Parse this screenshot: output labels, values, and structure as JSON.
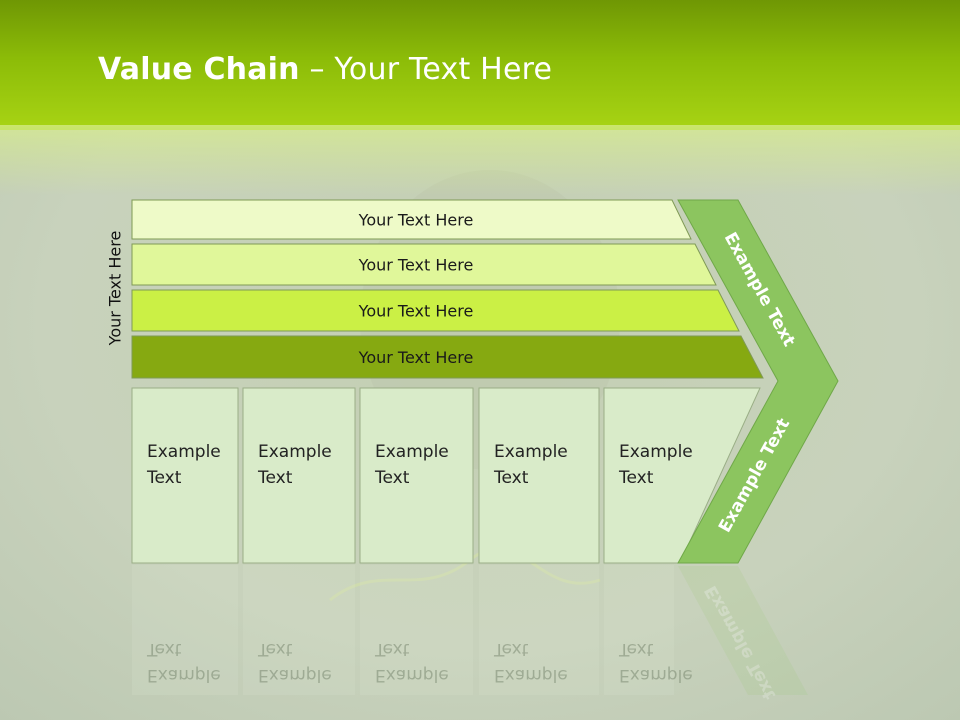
{
  "slide": {
    "title_bold": "Value Chain",
    "title_rest": " – Your Text Here",
    "side_label": "Your Text Here"
  },
  "bars": [
    {
      "label": "Your Text Here",
      "color": "#eefac8"
    },
    {
      "label": "Your Text Here",
      "color": "#e0f79a"
    },
    {
      "label": "Your Text Here",
      "color": "#cbf045"
    },
    {
      "label": "Your Text Here",
      "color": "#86a911"
    }
  ],
  "columns": [
    {
      "line1": "Example",
      "line2": "Text"
    },
    {
      "line1": "Example",
      "line2": "Text"
    },
    {
      "line1": "Example",
      "line2": "Text"
    },
    {
      "line1": "Example",
      "line2": "Text"
    },
    {
      "line1": "Example",
      "line2": "Text"
    }
  ],
  "chevron": {
    "upper_text": "Example Text",
    "lower_text": "Example Text",
    "color": "#8cc55f"
  }
}
